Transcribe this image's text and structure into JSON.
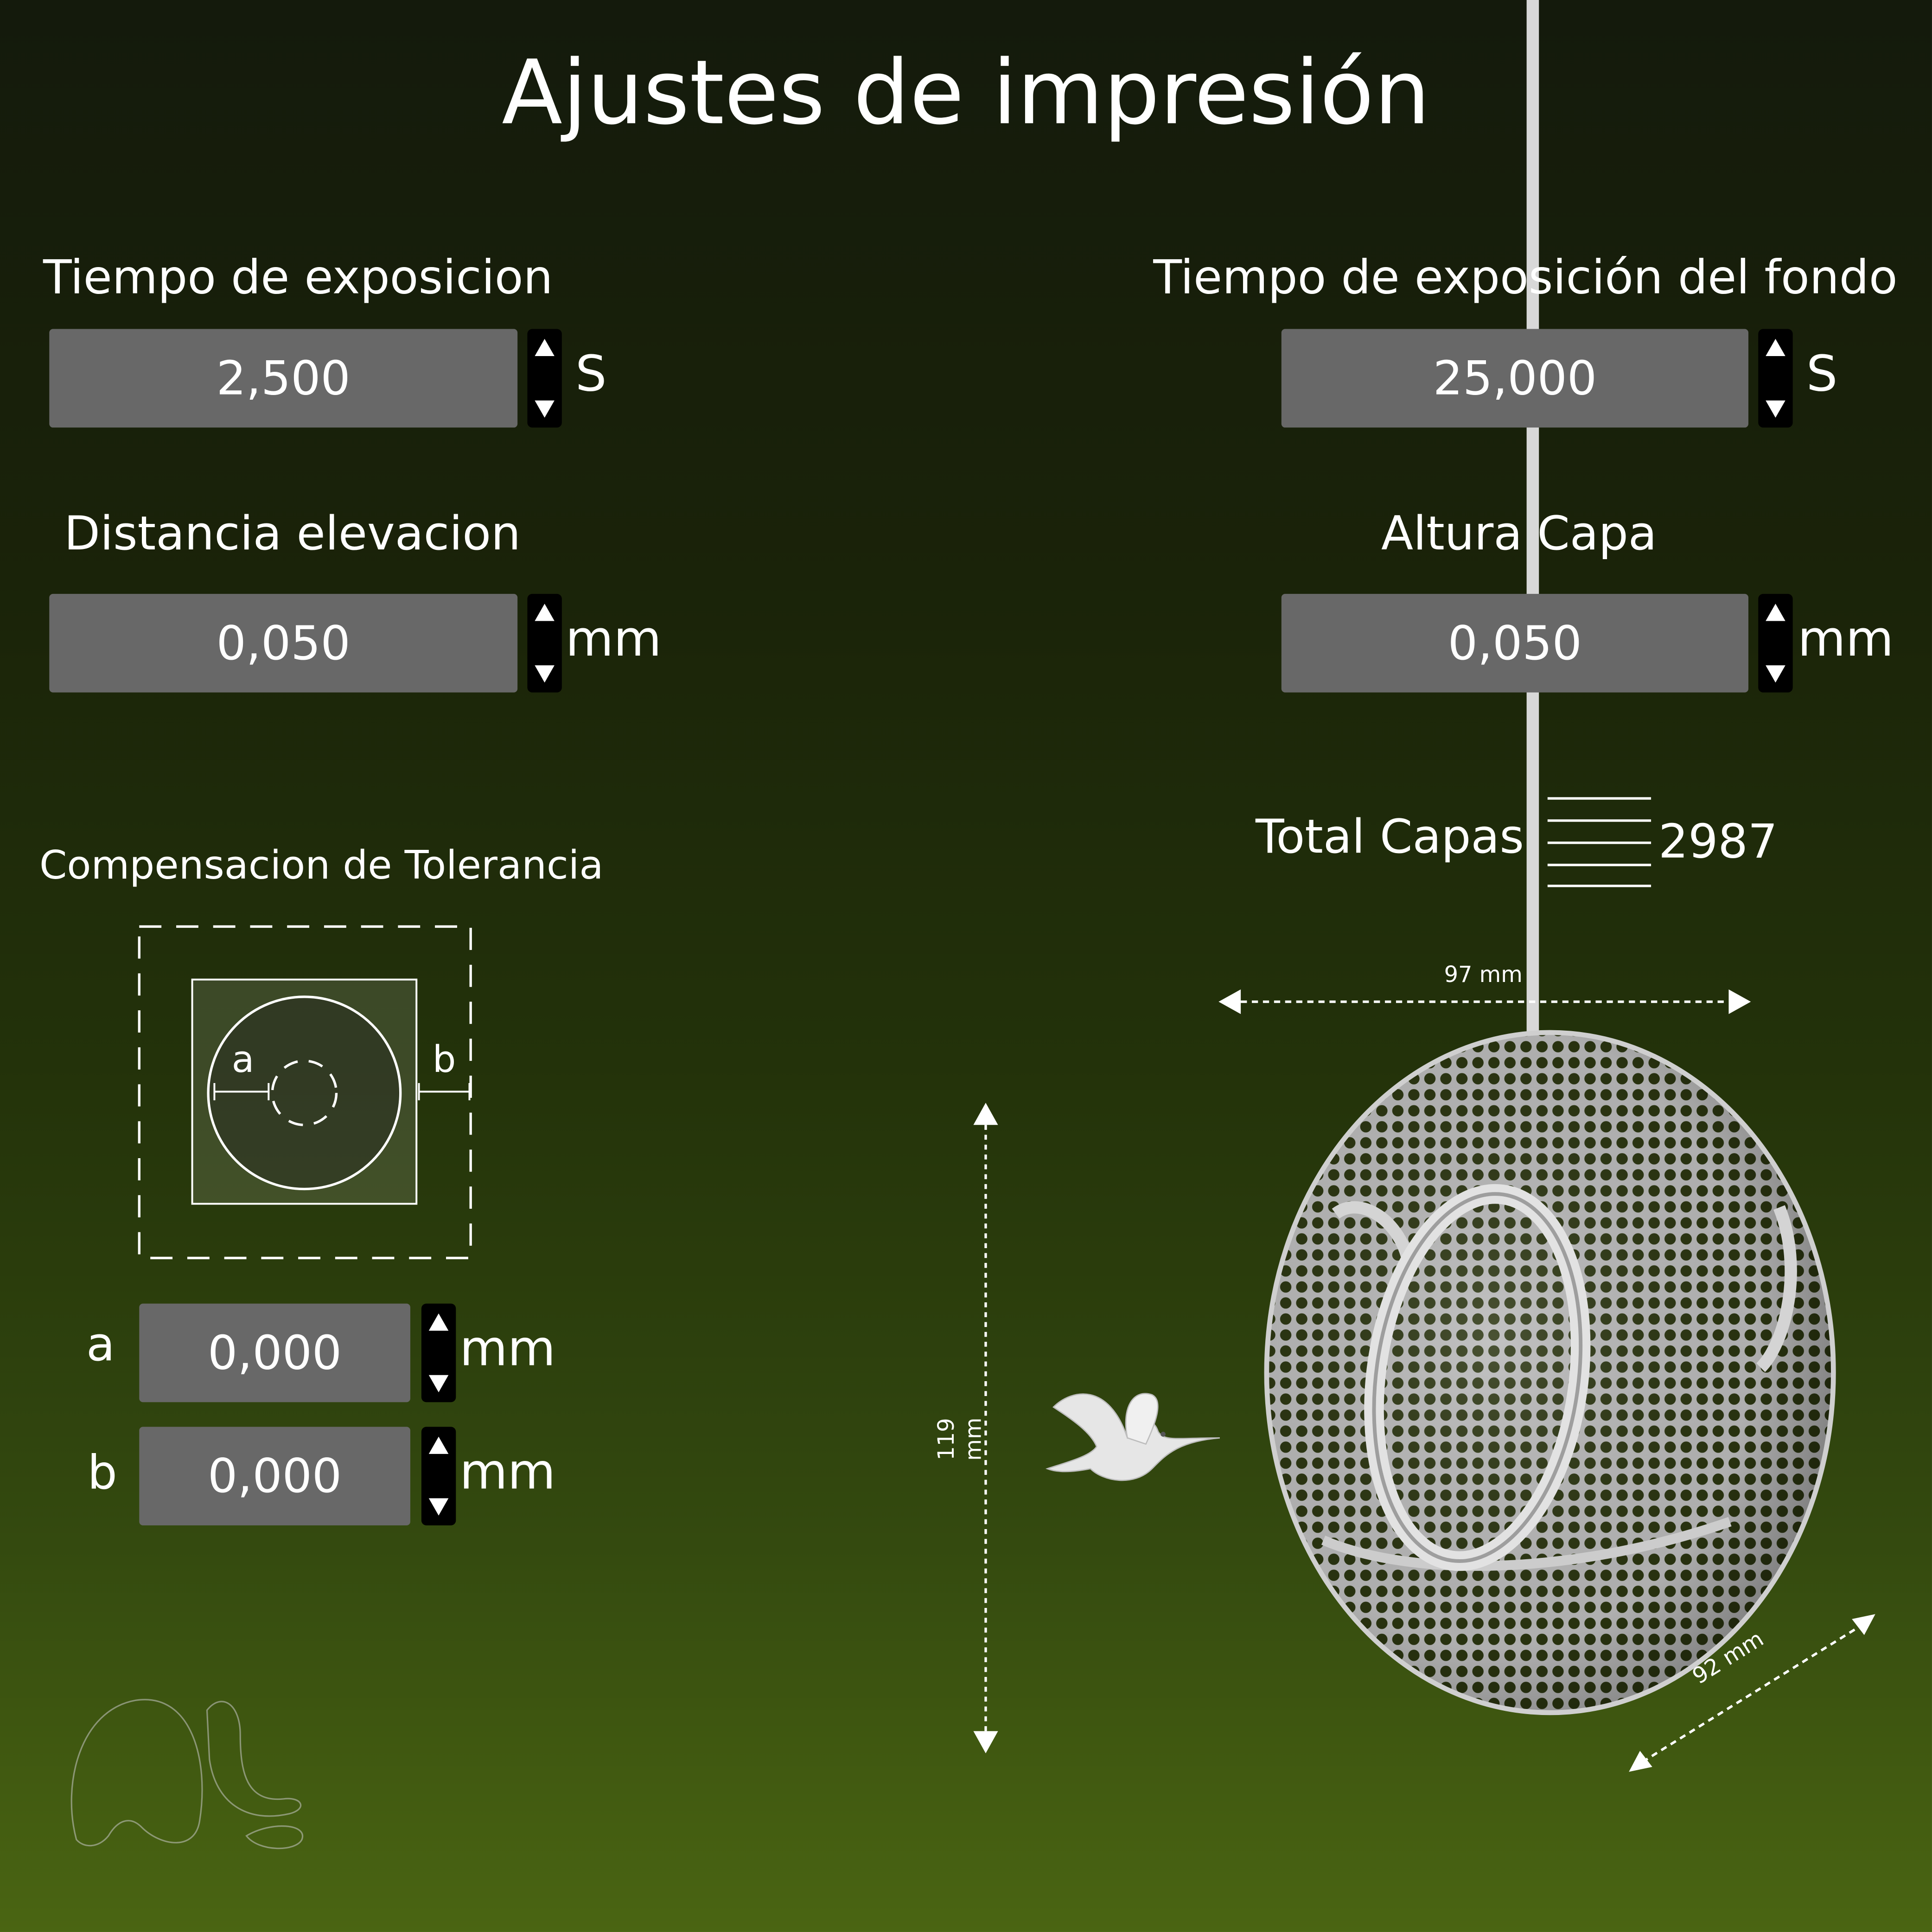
{
  "title": "Ajustes de impresión",
  "exposure": {
    "label": "Tiempo de exposicion",
    "value": "2,500",
    "unit": "S"
  },
  "bottom_exposure": {
    "label": "Tiempo de exposición del fondo",
    "value": "25,000",
    "unit": "S"
  },
  "lift_distance": {
    "label": "Distancia elevacion",
    "value": "0,050",
    "unit": "mm"
  },
  "layer_height": {
    "label": "Altura Capa",
    "value": "0,050",
    "unit": "mm"
  },
  "total_layers": {
    "label": "Total Capas",
    "value": "2987"
  },
  "tolerance": {
    "label": "Compensacion de Tolerancia",
    "diagram_a": "a",
    "diagram_b": "b",
    "a": {
      "label": "a",
      "value": "0,000",
      "unit": "mm"
    },
    "b": {
      "label": "b",
      "value": "0,000",
      "unit": "mm"
    }
  },
  "model": {
    "width_label": "97 mm",
    "height_label": "119 mm",
    "depth_label": "92 mm"
  },
  "colors": {
    "field_bg": "#686868",
    "spinner_bg": "#000000",
    "text": "#ffffff",
    "bg_top": "#141a0c",
    "bg_bottom": "#4a6512"
  },
  "icons": [
    "spin-up-icon",
    "spin-down-icon",
    "layers-icon",
    "logo-icon",
    "hummingbird-icon"
  ]
}
